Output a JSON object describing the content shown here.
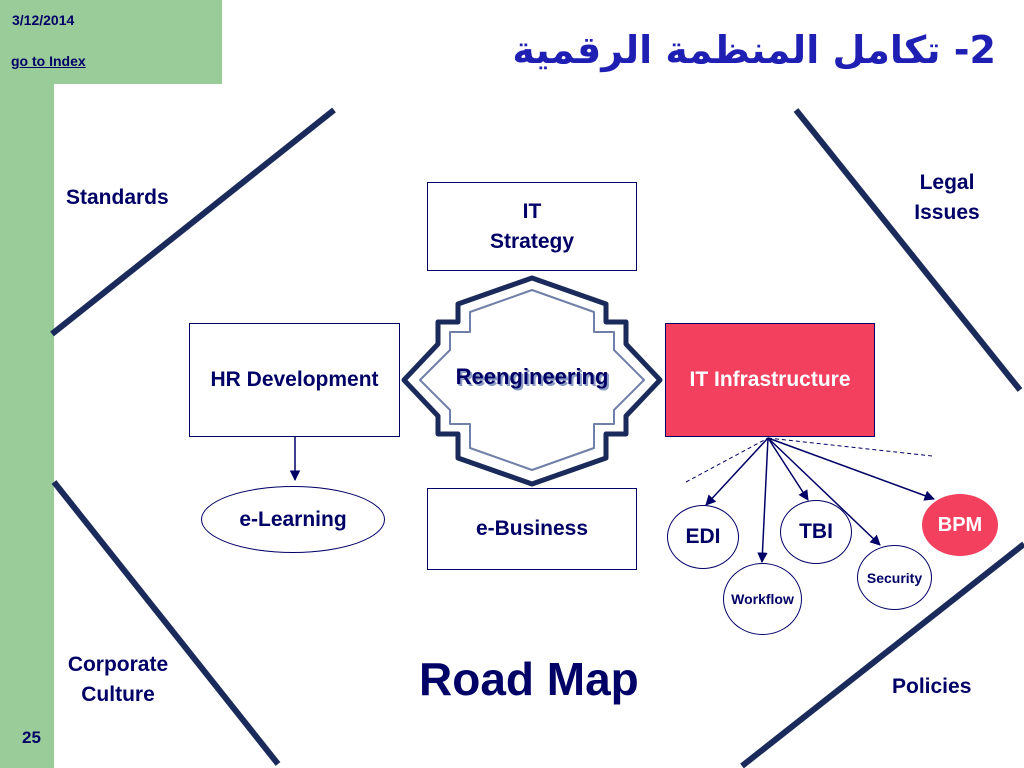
{
  "header": {
    "date": "3/12/2014",
    "index_link": "go to Index",
    "page_number": "25",
    "title": "2-  تكامل المنظمة الرقمية"
  },
  "corners": {
    "top_left": "Standards",
    "top_right": "Legal Issues",
    "bottom_left": "Corporate Culture",
    "bottom_right": "Policies"
  },
  "nodes": {
    "it_strategy": "IT Strategy",
    "hr_development": "HR Development",
    "it_infrastructure": "IT Infrastructure",
    "e_business": "e-Business",
    "e_learning": "e-Learning",
    "reengineering": "Reengineering",
    "edi": "EDI",
    "workflow": "Workflow",
    "tbi": "TBI",
    "security": "Security",
    "bpm": "BPM"
  },
  "footer": {
    "road_map": "Road Map"
  },
  "colors": {
    "sidebar": "#99cc99",
    "navy": "#000066",
    "title_blue": "#1f1fb4",
    "accent_red": "#f4405f"
  }
}
